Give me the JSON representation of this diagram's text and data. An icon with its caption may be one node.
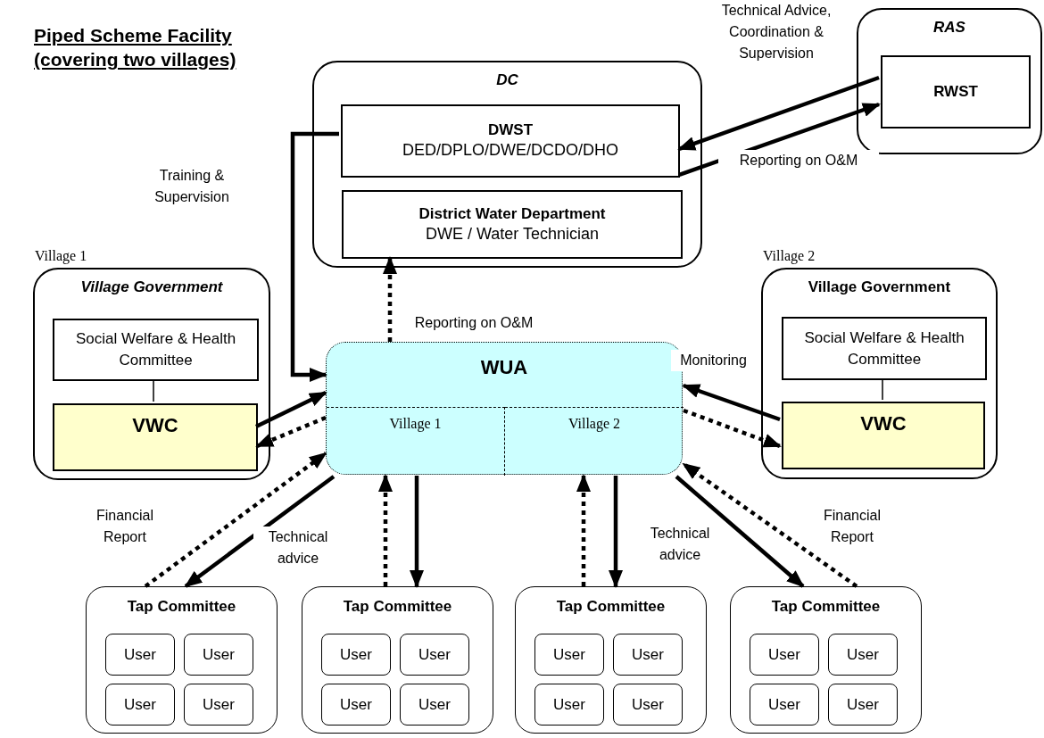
{
  "diagram": {
    "title": "Piped Scheme Facility (covering two villages)",
    "nodes": [
      {
        "text": [
          "DC"
        ]
      },
      {
        "text": [
          "DWST",
          "DED/DPLO/DWE/DCDO/DHO"
        ],
        "in": 0
      },
      {
        "text": [
          "District Water Department",
          "DWE / Water Technician"
        ],
        "in": 0
      },
      {
        "text": [
          "RAS"
        ]
      },
      {
        "text": [
          "RWST"
        ],
        "in": 3
      },
      {
        "text": [
          "Village Government"
        ],
        "beside": [
          "Village 1"
        ]
      },
      {
        "text": [
          "Social Welfare & Health Committee"
        ],
        "in": 5
      },
      {
        "text": [
          "VWC"
        ],
        "in": 5
      },
      {
        "text": [
          "Village Government"
        ],
        "beside": [
          "Village 2"
        ]
      },
      {
        "text": [
          "Social Welfare & Health Committee"
        ],
        "in": 8
      },
      {
        "text": [
          "VWC"
        ],
        "in": 8
      },
      {
        "text": [
          "WUA"
        ]
      },
      {
        "text": [
          "Village 1"
        ],
        "in": 11
      },
      {
        "text": [
          "Village 2"
        ],
        "in": 11
      },
      {
        "text": [
          "Tap Committee"
        ]
      },
      {
        "text": [
          "User"
        ],
        "in": 14
      },
      {
        "text": [
          "User"
        ],
        "in": 14
      },
      {
        "text": [
          "User"
        ],
        "in": 14
      },
      {
        "text": [
          "User"
        ],
        "in": 14
      },
      {
        "text": [
          "Tap Committee"
        ]
      },
      {
        "text": [
          "User"
        ],
        "in": 19
      },
      {
        "text": [
          "User"
        ],
        "in": 19
      },
      {
        "text": [
          "User"
        ],
        "in": 19
      },
      {
        "text": [
          "User"
        ],
        "in": 19
      },
      {
        "text": [
          "Tap Committee"
        ]
      },
      {
        "text": [
          "User"
        ],
        "in": 24
      },
      {
        "text": [
          "User"
        ],
        "in": 24
      },
      {
        "text": [
          "User"
        ],
        "in": 24
      },
      {
        "text": [
          "User"
        ],
        "in": 24
      },
      {
        "text": [
          "Tap Committee"
        ]
      },
      {
        "text": [
          "User"
        ],
        "in": 29
      },
      {
        "text": [
          "User"
        ],
        "in": 29
      },
      {
        "text": [
          "User"
        ],
        "in": 29
      },
      {
        "text": [
          "User"
        ],
        "in": 29
      }
    ],
    "edges": [
      {
        "from": 1,
        "to": 11,
        "arrow": "to",
        "label": "Training & Supervision"
      },
      {
        "from": 4,
        "to": 1,
        "arrow": "to",
        "label": "Technical Advice, Coordination & Supervision"
      },
      {
        "from": 1,
        "to": 4,
        "arrow": "to",
        "label": "Reporting on O&M"
      },
      {
        "from": 11,
        "to": 2,
        "arrow": "to",
        "label": "Reporting on O&M",
        "style": "dashed"
      },
      {
        "from": 6,
        "to": 7,
        "arrow": "none"
      },
      {
        "from": 7,
        "to": 11,
        "arrow": "to"
      },
      {
        "from": 11,
        "to": 7,
        "arrow": "to",
        "style": "dashed"
      },
      {
        "from": 9,
        "to": 10,
        "arrow": "none"
      },
      {
        "from": 10,
        "to": 11,
        "arrow": "to",
        "label": "Monitoring"
      },
      {
        "from": 11,
        "to": 10,
        "arrow": "to",
        "style": "dashed"
      },
      {
        "from": 14,
        "to": 12,
        "arrow": "to",
        "label": "Financial Report",
        "style": "dashed"
      },
      {
        "from": 12,
        "to": 14,
        "arrow": "to",
        "label": "Technical advice"
      },
      {
        "from": 19,
        "to": 12,
        "arrow": "to",
        "style": "dashed"
      },
      {
        "from": 12,
        "to": 19,
        "arrow": "to"
      },
      {
        "from": 24,
        "to": 13,
        "arrow": "to",
        "style": "dashed"
      },
      {
        "from": 13,
        "to": 24,
        "arrow": "to"
      },
      {
        "from": 13,
        "to": 29,
        "arrow": "to",
        "label": "Technical advice"
      },
      {
        "from": 29,
        "to": 13,
        "arrow": "to",
        "label": "Financial Report",
        "style": "dashed"
      }
    ]
  }
}
